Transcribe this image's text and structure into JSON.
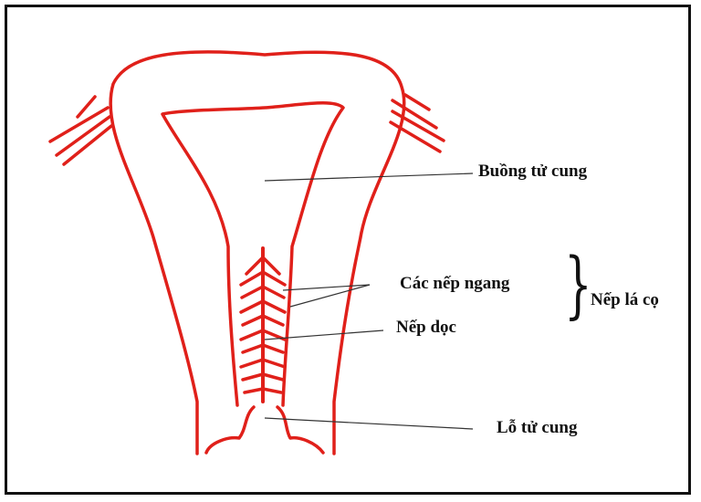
{
  "labels": {
    "uterine_cavity": "Buồng tử cung",
    "transverse_folds": "Các nếp ngang",
    "longitudinal_fold": "Nếp dọc",
    "palmate_folds": "Nếp lá cọ",
    "cervical_os": "Lỗ tử cung"
  },
  "colors": {
    "organ_outline": "#e0201a",
    "leader_lines": "#333333",
    "text": "#111111",
    "frame": "#111111"
  }
}
